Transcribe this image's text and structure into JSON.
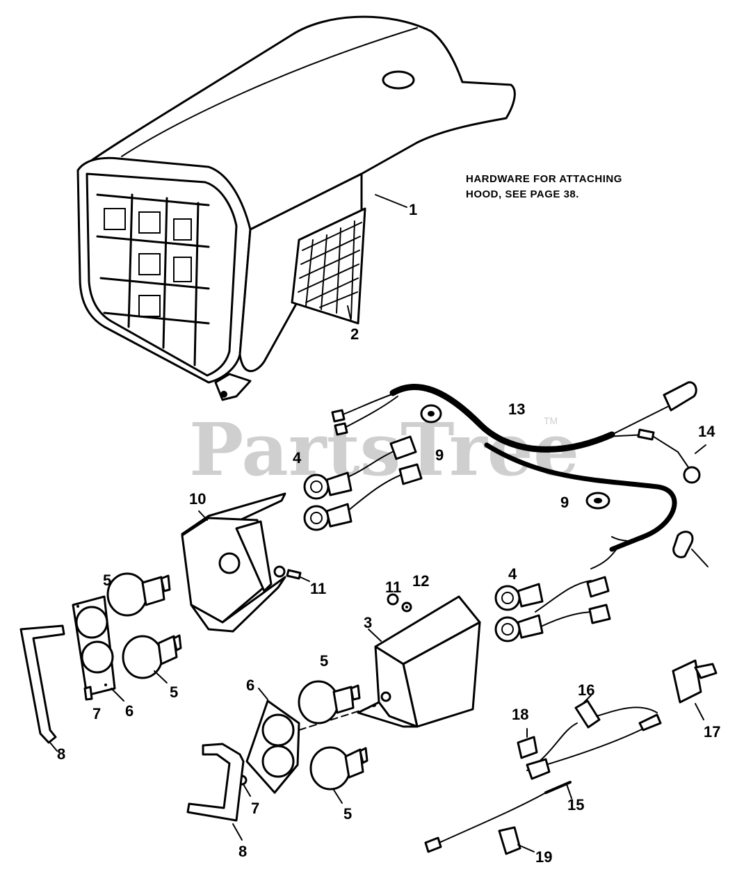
{
  "note": {
    "line1": "HARDWARE FOR ATTACHING",
    "line2": "HOOD, SEE PAGE 38."
  },
  "watermark": {
    "text": "PartsTree",
    "tm": "TM"
  },
  "callouts": [
    {
      "id": "c1",
      "label": "1"
    },
    {
      "id": "c2",
      "label": "2"
    },
    {
      "id": "c3",
      "label": "3"
    },
    {
      "id": "c4a",
      "label": "4"
    },
    {
      "id": "c4b",
      "label": "4"
    },
    {
      "id": "c5a",
      "label": "5"
    },
    {
      "id": "c5b",
      "label": "5"
    },
    {
      "id": "c5c",
      "label": "5"
    },
    {
      "id": "c5d",
      "label": "5"
    },
    {
      "id": "c6a",
      "label": "6"
    },
    {
      "id": "c6b",
      "label": "6"
    },
    {
      "id": "c7a",
      "label": "7"
    },
    {
      "id": "c7b",
      "label": "7"
    },
    {
      "id": "c8a",
      "label": "8"
    },
    {
      "id": "c8b",
      "label": "8"
    },
    {
      "id": "c9a",
      "label": "9"
    },
    {
      "id": "c9b",
      "label": "9"
    },
    {
      "id": "c10",
      "label": "10"
    },
    {
      "id": "c11a",
      "label": "11"
    },
    {
      "id": "c11b",
      "label": "11"
    },
    {
      "id": "c12",
      "label": "12"
    },
    {
      "id": "c13",
      "label": "13"
    },
    {
      "id": "c14",
      "label": "14"
    },
    {
      "id": "c15a",
      "label": "15"
    },
    {
      "id": "c16",
      "label": "16"
    },
    {
      "id": "c17",
      "label": "17"
    },
    {
      "id": "c18",
      "label": "18"
    },
    {
      "id": "c19",
      "label": "19"
    }
  ]
}
